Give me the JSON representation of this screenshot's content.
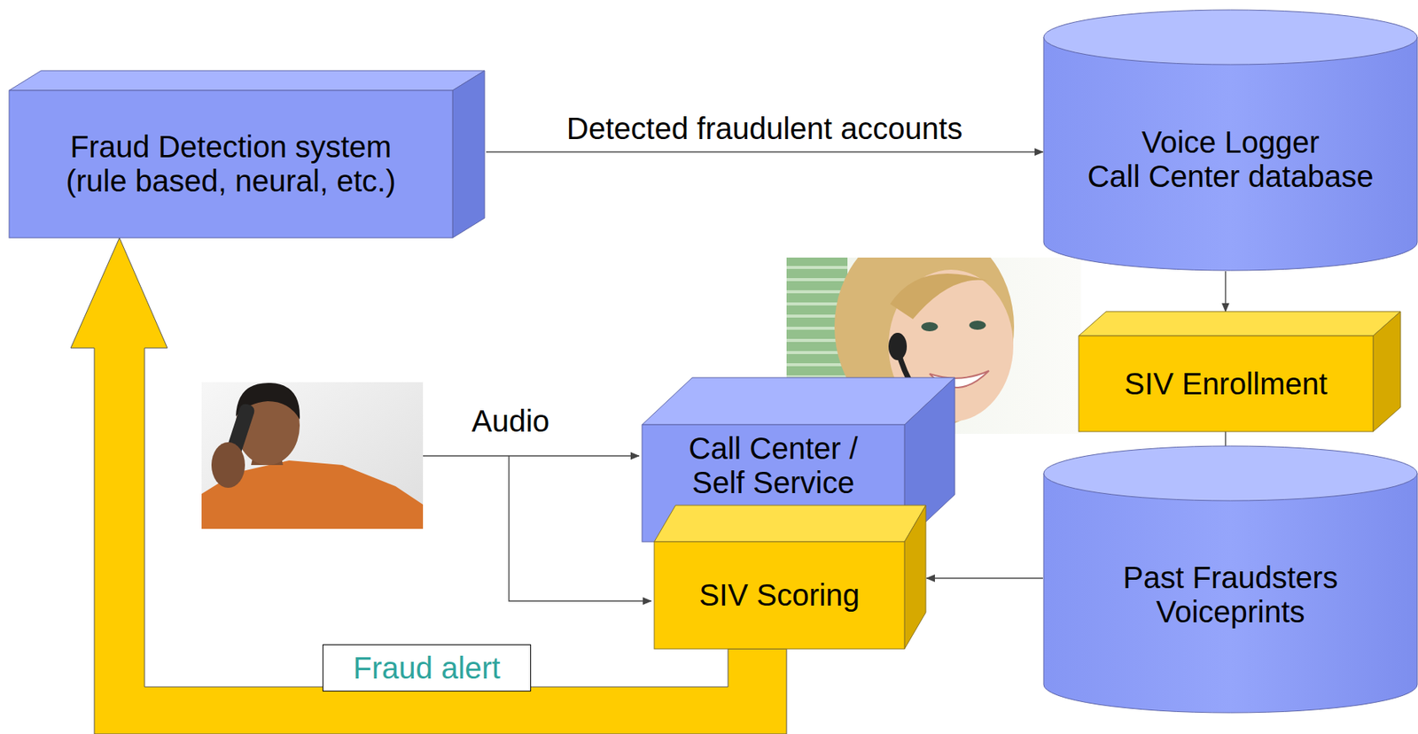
{
  "diagram": {
    "nodes": [
      {
        "text": [
          "Fraud Detection system",
          "(rule based, neural, etc.)"
        ]
      },
      {
        "text": [
          "Voice Logger",
          "Call Center database"
        ]
      },
      {
        "text": [
          "SIV Enrollment"
        ]
      },
      {
        "text": [
          "Call Center / Self Service"
        ]
      },
      {
        "text": [
          "Past Fraudsters Voiceprints"
        ]
      },
      {
        "text": [
          "SIV Scoring"
        ]
      }
    ],
    "edges": [
      {
        "from": 0,
        "to": 1,
        "arrow": "to",
        "label": "Detected fraudulent accounts"
      },
      {
        "from": 1,
        "to": 2,
        "arrow": "to"
      },
      {
        "from": 2,
        "to": 4,
        "arrow": "to"
      },
      {
        "from": 4,
        "to": 5,
        "arrow": "to"
      },
      {
        "from": 5,
        "to": 0,
        "arrow": "to",
        "label": "Fraud alert"
      }
    ],
    "labels": [
      "Audio"
    ]
  }
}
